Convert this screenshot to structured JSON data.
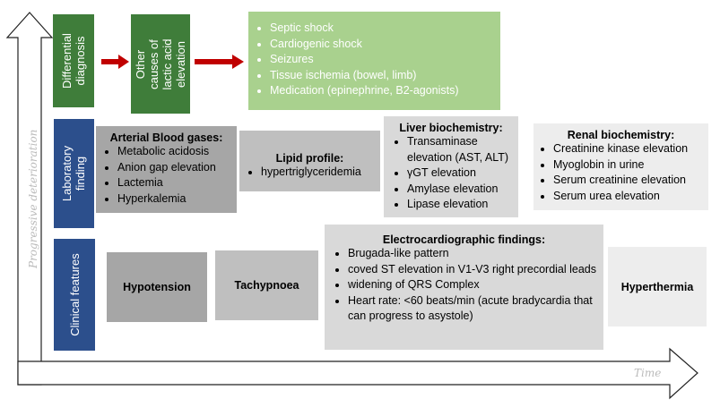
{
  "y_axis_label": "Progressive deterioration",
  "x_axis_label": "Time",
  "rows": {
    "differential": {
      "label": "Differential diagnosis",
      "other_causes_label": "Other causes of lactic acid elevation",
      "causes": [
        "Septic shock",
        "Cardiogenic shock",
        "Seizures",
        "Tissue ischemia (bowel, limb)",
        "Medication (epinephrine, B2-agonists)"
      ]
    },
    "laboratory": {
      "label": "Laboratory finding",
      "arterial": {
        "title": "Arterial Blood gases:",
        "items": [
          "Metabolic acidosis",
          "Anion gap elevation",
          "Lactemia",
          "Hyperkalemia"
        ]
      },
      "lipid": {
        "title": "Lipid profile:",
        "items": [
          "hypertriglyceridemia"
        ]
      },
      "liver": {
        "title": "Liver biochemistry:",
        "items": [
          "Transaminase elevation (AST, ALT)",
          "γGT elevation",
          "Amylase elevation",
          "Lipase elevation"
        ]
      },
      "renal": {
        "title": "Renal biochemistry:",
        "items": [
          "Creatinine kinase elevation",
          "Myoglobin in urine",
          "Serum creatinine elevation",
          "Serum urea elevation"
        ]
      }
    },
    "clinical": {
      "label": "Clinical features",
      "hypotension": "Hypotension",
      "tachypnoea": "Tachypnoea",
      "ecg": {
        "title": "Electrocardiographic findings:",
        "items": [
          "Brugada-like pattern",
          "coved ST elevation in V1-V3 right precordial leads",
          "widening of QRS Complex",
          "Heart rate: <60 beats/min (acute bradycardia that can progress to asystole)"
        ]
      },
      "hyperthermia": "Hyperthermia"
    }
  },
  "colors": {
    "green": "#3f7d3a",
    "light_green": "#a9d18e",
    "blue": "#2c4f8c",
    "red_arrow": "#c00000",
    "gray_dark": "#a6a6a6",
    "gray_mid": "#bfbfbf",
    "gray_light": "#d9d9d9",
    "gray_lightest": "#ededed"
  },
  "icons": {
    "y_axis": "up-arrow",
    "x_axis": "right-arrow",
    "flow": "red-right-arrow"
  }
}
